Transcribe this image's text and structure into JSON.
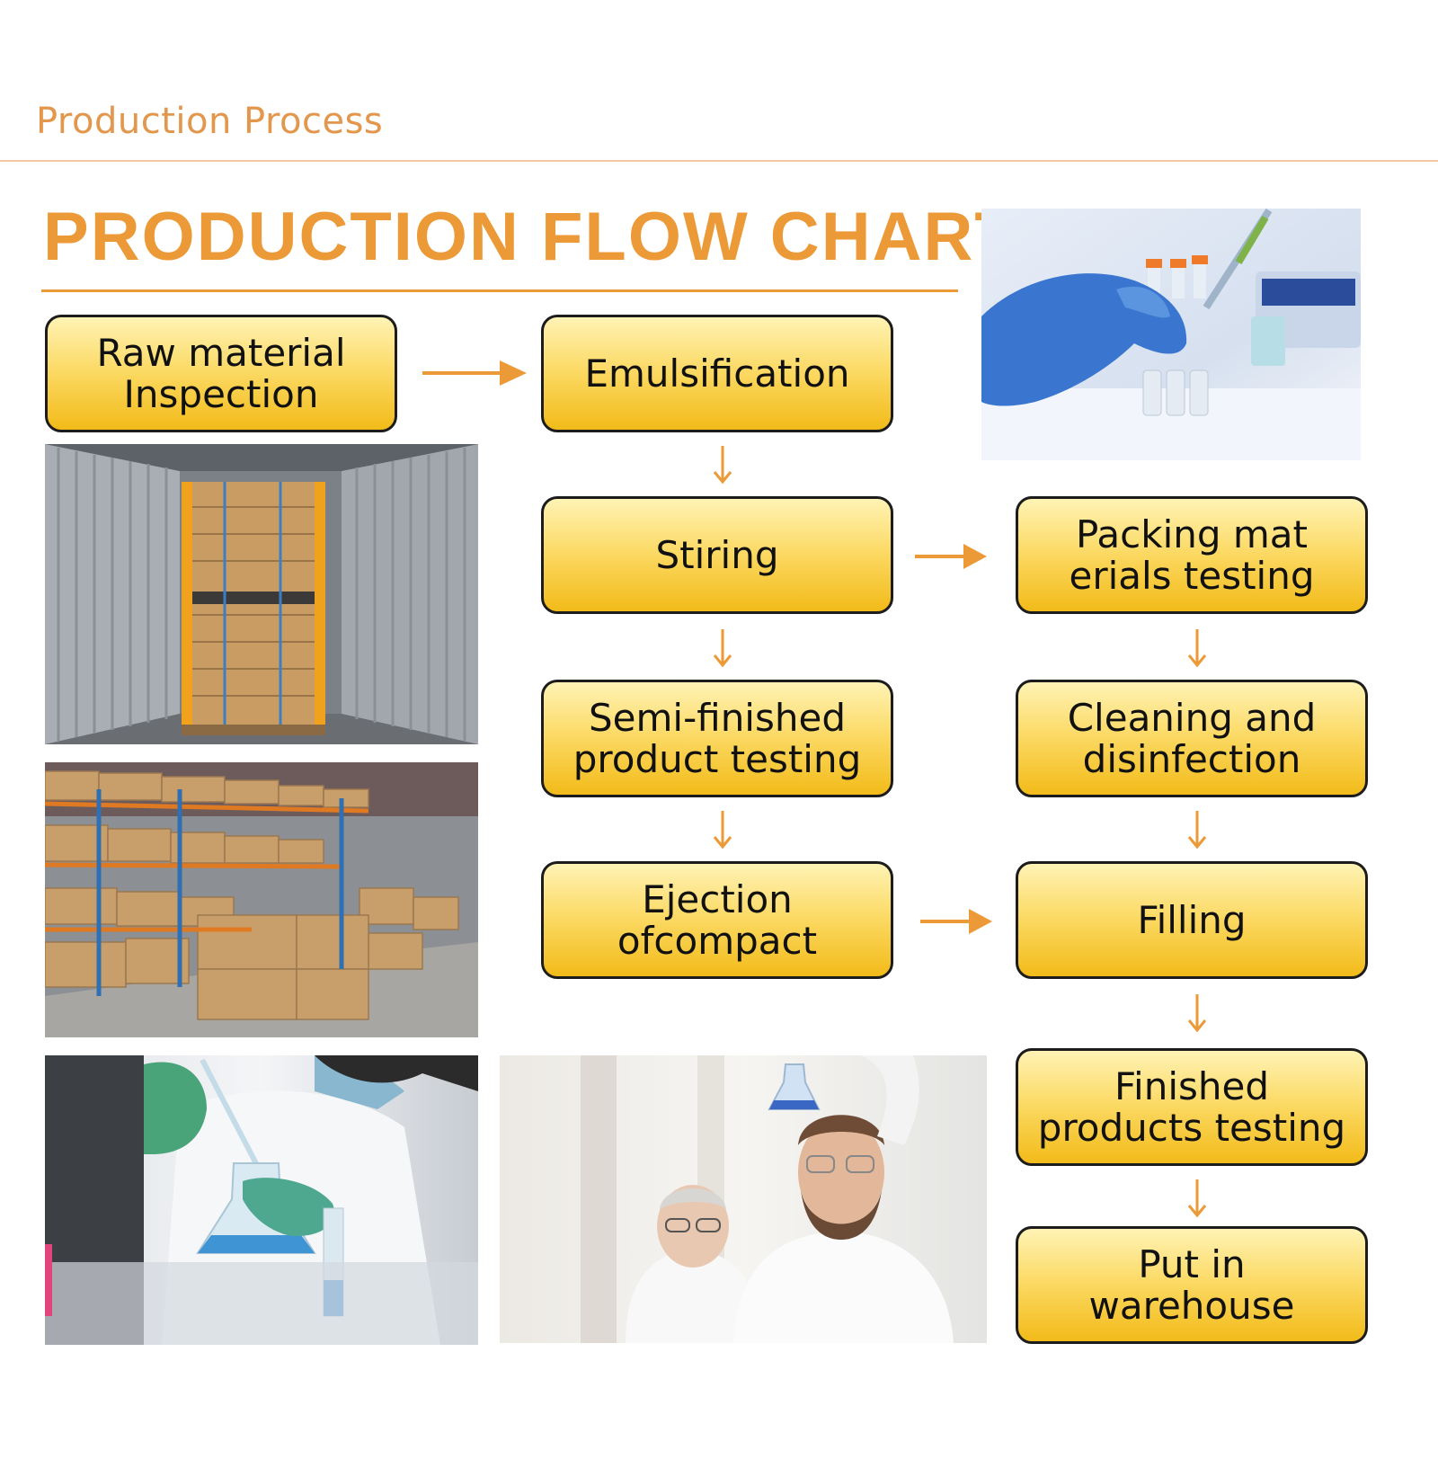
{
  "header": {
    "section_title": "Production Process"
  },
  "diagram": {
    "title": "PRODUCTION FLOW CHART",
    "accent_color": "#ec9a37",
    "box_fill_colors": [
      "#fff3b5",
      "#fbd860",
      "#f2bb19"
    ],
    "steps": [
      {
        "id": "raw",
        "label": "Raw material\nInspection"
      },
      {
        "id": "emulsification",
        "label": "Emulsification"
      },
      {
        "id": "stiring",
        "label": "Stiring"
      },
      {
        "id": "packing",
        "label": "Packing mat\nerials testing"
      },
      {
        "id": "semi",
        "label": "Semi-finished\nproduct testing"
      },
      {
        "id": "cleaning",
        "label": "Cleaning and\ndisinfection"
      },
      {
        "id": "ejection",
        "label": "Ejection\nofcompact"
      },
      {
        "id": "filling",
        "label": "Filling"
      },
      {
        "id": "finished",
        "label": "Finished\nproducts testing"
      },
      {
        "id": "warehouse",
        "label": "Put in\nwarehouse"
      }
    ],
    "edges": [
      [
        "raw",
        "emulsification"
      ],
      [
        "emulsification",
        "stiring"
      ],
      [
        "stiring",
        "packing"
      ],
      [
        "stiring",
        "semi"
      ],
      [
        "packing",
        "cleaning"
      ],
      [
        "semi",
        "ejection"
      ],
      [
        "cleaning",
        "filling"
      ],
      [
        "ejection",
        "filling"
      ],
      [
        "filling",
        "finished"
      ],
      [
        "finished",
        "warehouse"
      ]
    ],
    "photos": [
      "lab-gloved-hand-vials-photo",
      "shipping-container-pallet-photo",
      "warehouse-shelves-boxes-photo",
      "lab-pipette-flask-photo",
      "scientists-examining-flask-photo"
    ]
  }
}
